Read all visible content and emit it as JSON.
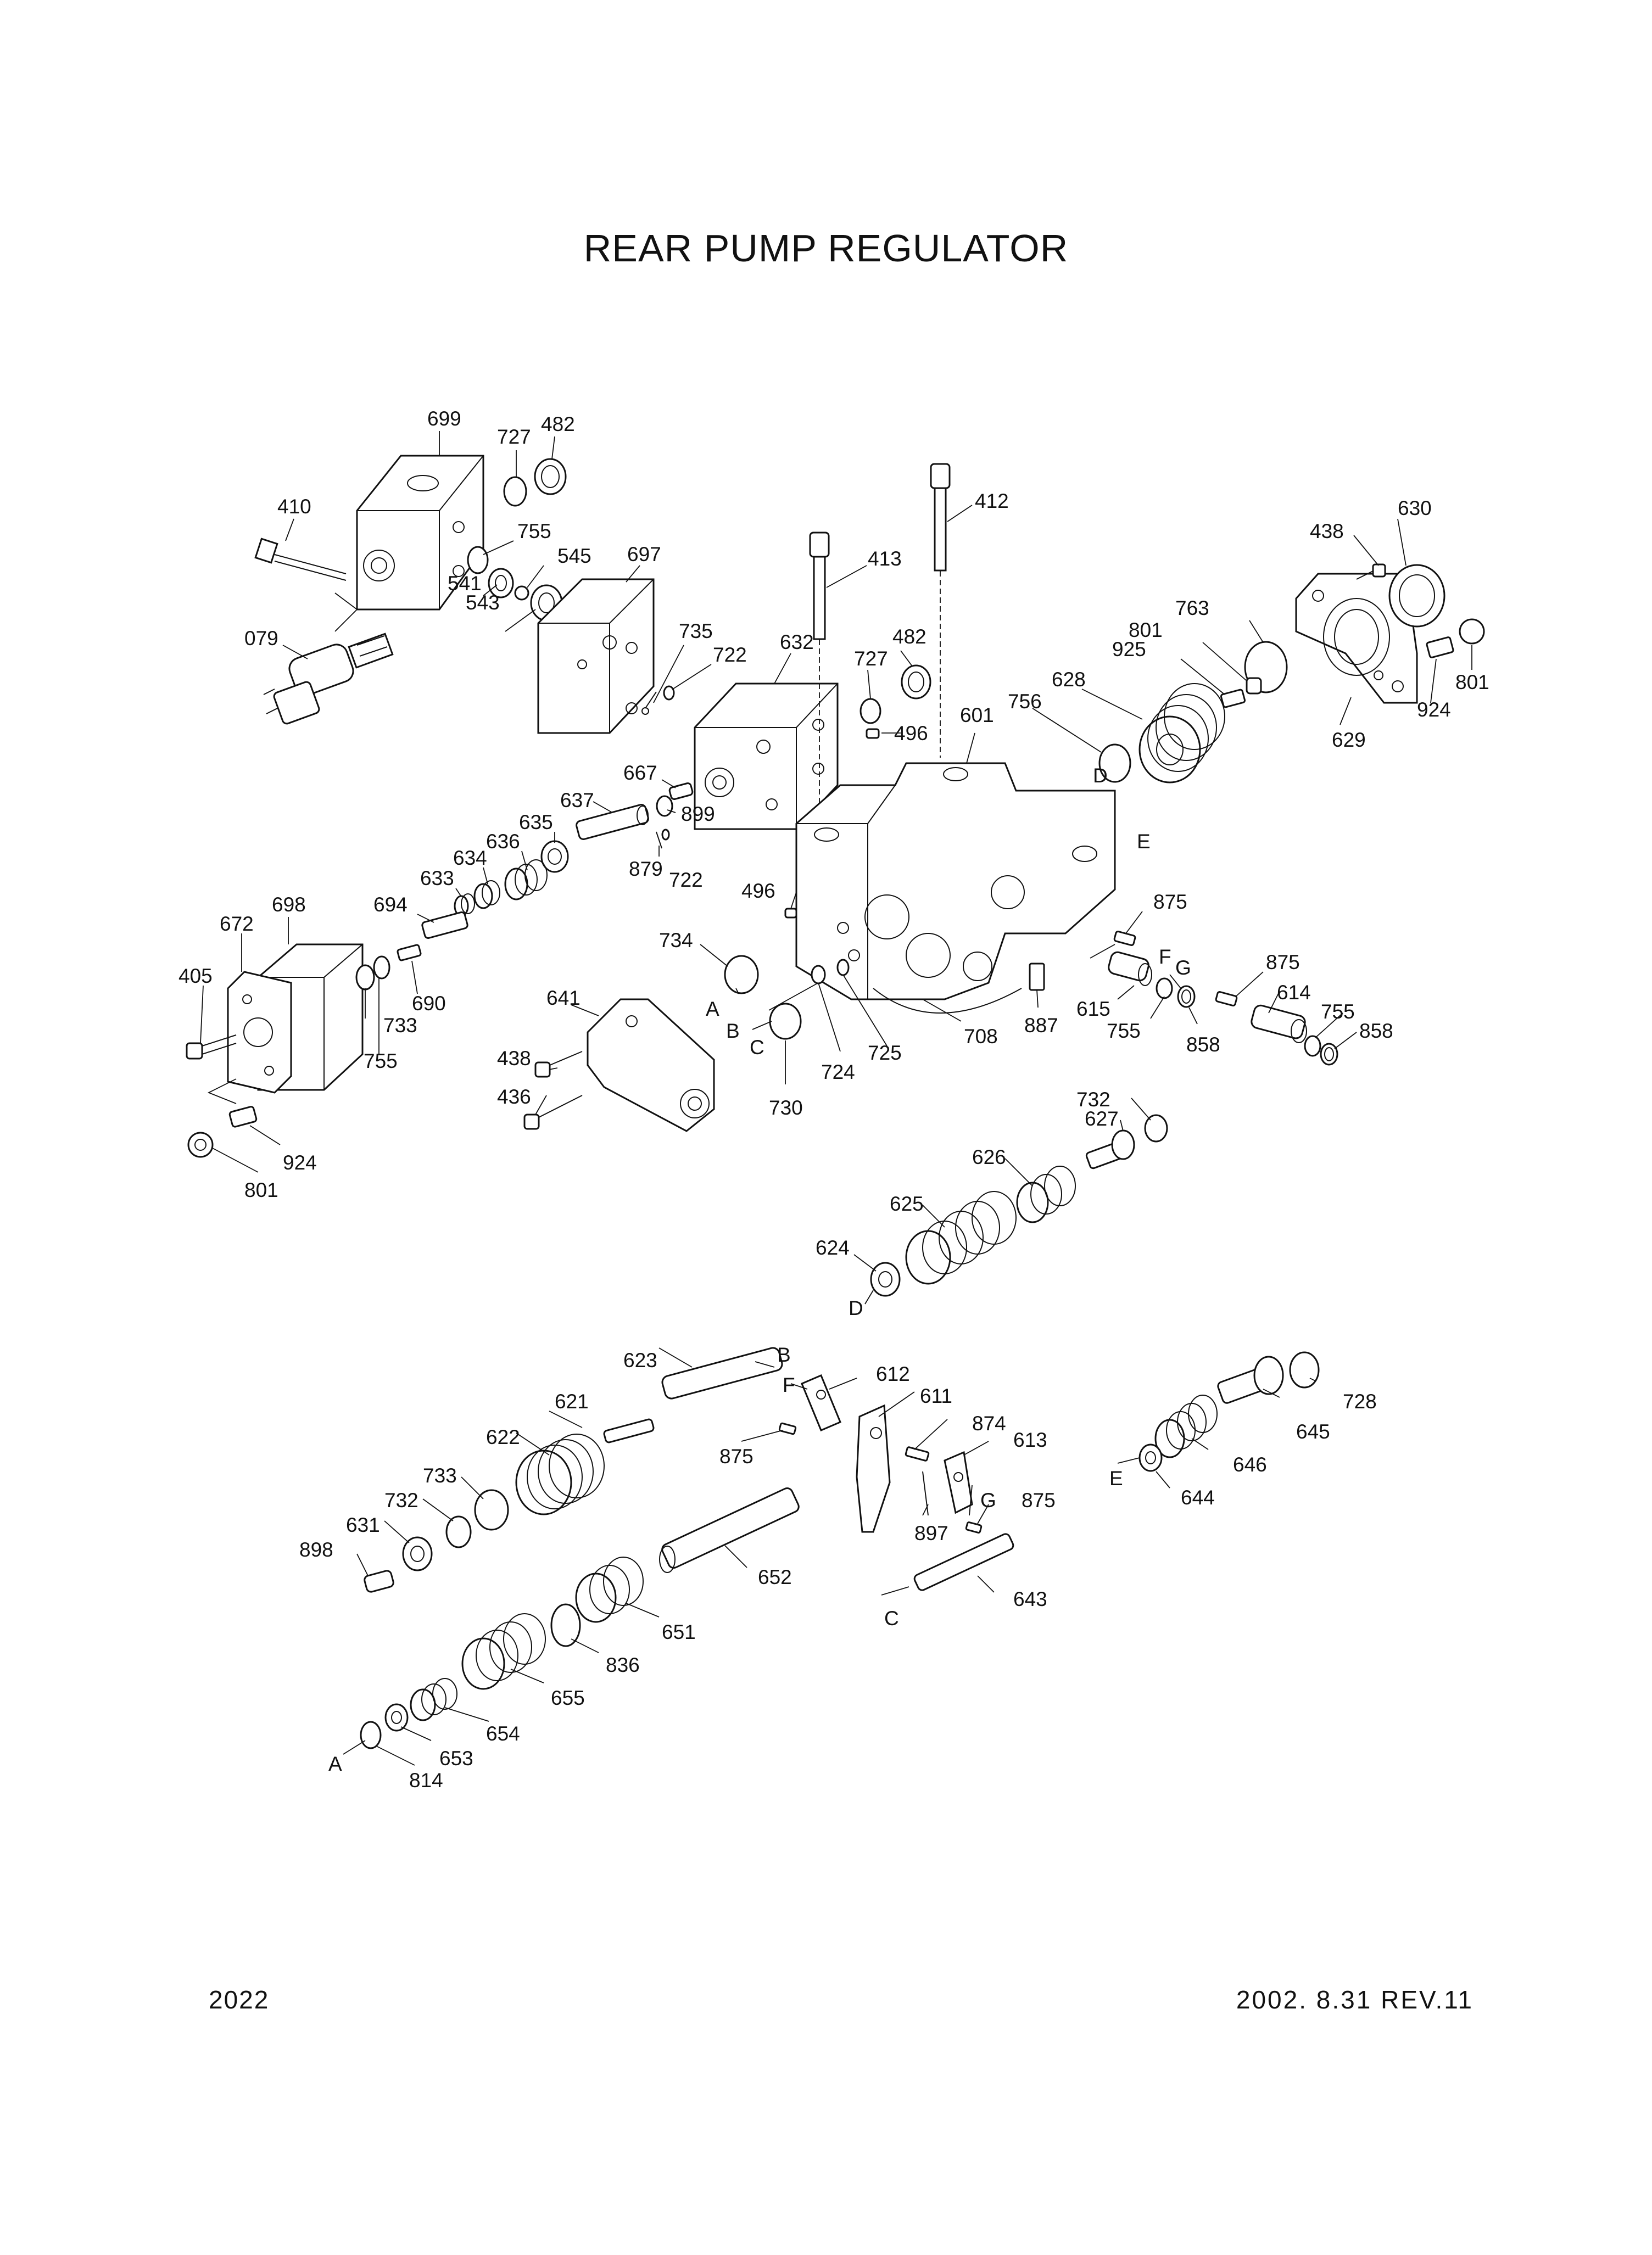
{
  "title": "REAR PUMP REGULATOR",
  "footer": {
    "page_number": "2022",
    "revision": "2002. 8.31  REV.11"
  },
  "labels": {
    "p699": "699",
    "p727a": "727",
    "p482a": "482",
    "p410": "410",
    "p755a": "755",
    "p545": "545",
    "p697": "697",
    "p541": "541",
    "p543": "543",
    "p079": "079",
    "p735": "735",
    "p722a": "722",
    "p632": "632",
    "p727b": "727",
    "p482b": "482",
    "p496a": "496",
    "p413": "413",
    "p412": "412",
    "p438a": "438",
    "p630": "630",
    "p763": "763",
    "p801a": "801",
    "p925": "925",
    "p628": "628",
    "p756": "756",
    "p601": "601",
    "pD1": "D",
    "pE1": "E",
    "p629": "629",
    "p924a": "924",
    "p801b": "801",
    "p667": "667",
    "p899": "899",
    "p637": "637",
    "p635": "635",
    "p636": "636",
    "p634": "634",
    "p879": "879",
    "p722b": "722",
    "p633": "633",
    "p694": "694",
    "p496b": "496",
    "p875a": "875",
    "p698": "698",
    "p672": "672",
    "p734": "734",
    "pF1": "F",
    "pG1": "G",
    "p875b": "875",
    "p405": "405",
    "p733a": "733",
    "p690": "690",
    "p755b": "755",
    "p641": "641",
    "pA1": "A",
    "pB1": "B",
    "pC1": "C",
    "p724": "724",
    "p725": "725",
    "p708": "708",
    "p887": "887",
    "p615": "615",
    "p755c": "755",
    "p858a": "858",
    "p614": "614",
    "p755d": "755",
    "p858b": "858",
    "p438b": "438",
    "p436": "436",
    "p730": "730",
    "p924b": "924",
    "p801c": "801",
    "p732a": "732",
    "p627": "627",
    "p626": "626",
    "p625": "625",
    "p624": "624",
    "pD2": "D",
    "p623": "623",
    "pB2": "B",
    "pF2": "F",
    "p612": "612",
    "p611": "611",
    "p621": "621",
    "p622": "622",
    "p875c": "875",
    "p874": "874",
    "p613": "613",
    "p733b": "733",
    "p732b": "732",
    "pG2": "G",
    "p875d": "875",
    "p631": "631",
    "p897": "897",
    "p898": "898",
    "p652": "652",
    "pC2": "C",
    "p643": "643",
    "p651": "651",
    "p836": "836",
    "p655": "655",
    "p654": "654",
    "p653": "653",
    "pA2": "A",
    "p814": "814",
    "p728": "728",
    "p645": "645",
    "p646": "646",
    "pE2": "E",
    "p644": "644"
  }
}
